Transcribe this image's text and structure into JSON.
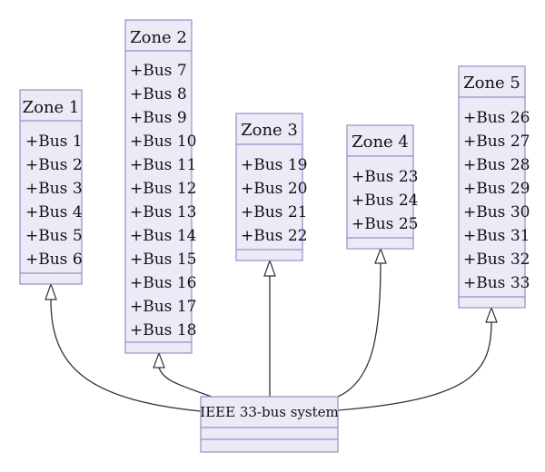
{
  "zones": [
    {
      "id": "zone-1",
      "title": "Zone 1",
      "members": [
        "+Bus 1",
        "+Bus 2",
        "+Bus 3",
        "+Bus 4",
        "+Bus 5",
        "+Bus 6"
      ]
    },
    {
      "id": "zone-2",
      "title": "Zone 2",
      "members": [
        "+Bus 7",
        "+Bus 8",
        "+Bus 9",
        "+Bus 10",
        "+Bus 11",
        "+Bus 12",
        "+Bus 13",
        "+Bus 14",
        "+Bus 15",
        "+Bus 16",
        "+Bus 17",
        "+Bus 18"
      ]
    },
    {
      "id": "zone-3",
      "title": "Zone 3",
      "members": [
        "+Bus 19",
        "+Bus 20",
        "+Bus 21",
        "+Bus 22"
      ]
    },
    {
      "id": "zone-4",
      "title": "Zone 4",
      "members": [
        "+Bus 23",
        "+Bus 24",
        "+Bus 25"
      ]
    },
    {
      "id": "zone-5",
      "title": "Zone 5",
      "members": [
        "+Bus 26",
        "+Bus 27",
        "+Bus 28",
        "+Bus 29",
        "+Bus 30",
        "+Bus 31",
        "+Bus 32",
        "+Bus 33"
      ]
    }
  ],
  "root": {
    "title": "IEEE 33-bus system"
  },
  "edges": [
    {
      "from": "root",
      "to": "zone-1",
      "kind": "inheritance"
    },
    {
      "from": "root",
      "to": "zone-2",
      "kind": "inheritance"
    },
    {
      "from": "root",
      "to": "zone-3",
      "kind": "inheritance"
    },
    {
      "from": "root",
      "to": "zone-4",
      "kind": "inheritance"
    },
    {
      "from": "root",
      "to": "zone-5",
      "kind": "inheritance"
    }
  ],
  "colors": {
    "box_fill": "#ECEAF7",
    "box_stroke": "#9A8CC6",
    "edge": "#333333",
    "text": "#111111"
  }
}
